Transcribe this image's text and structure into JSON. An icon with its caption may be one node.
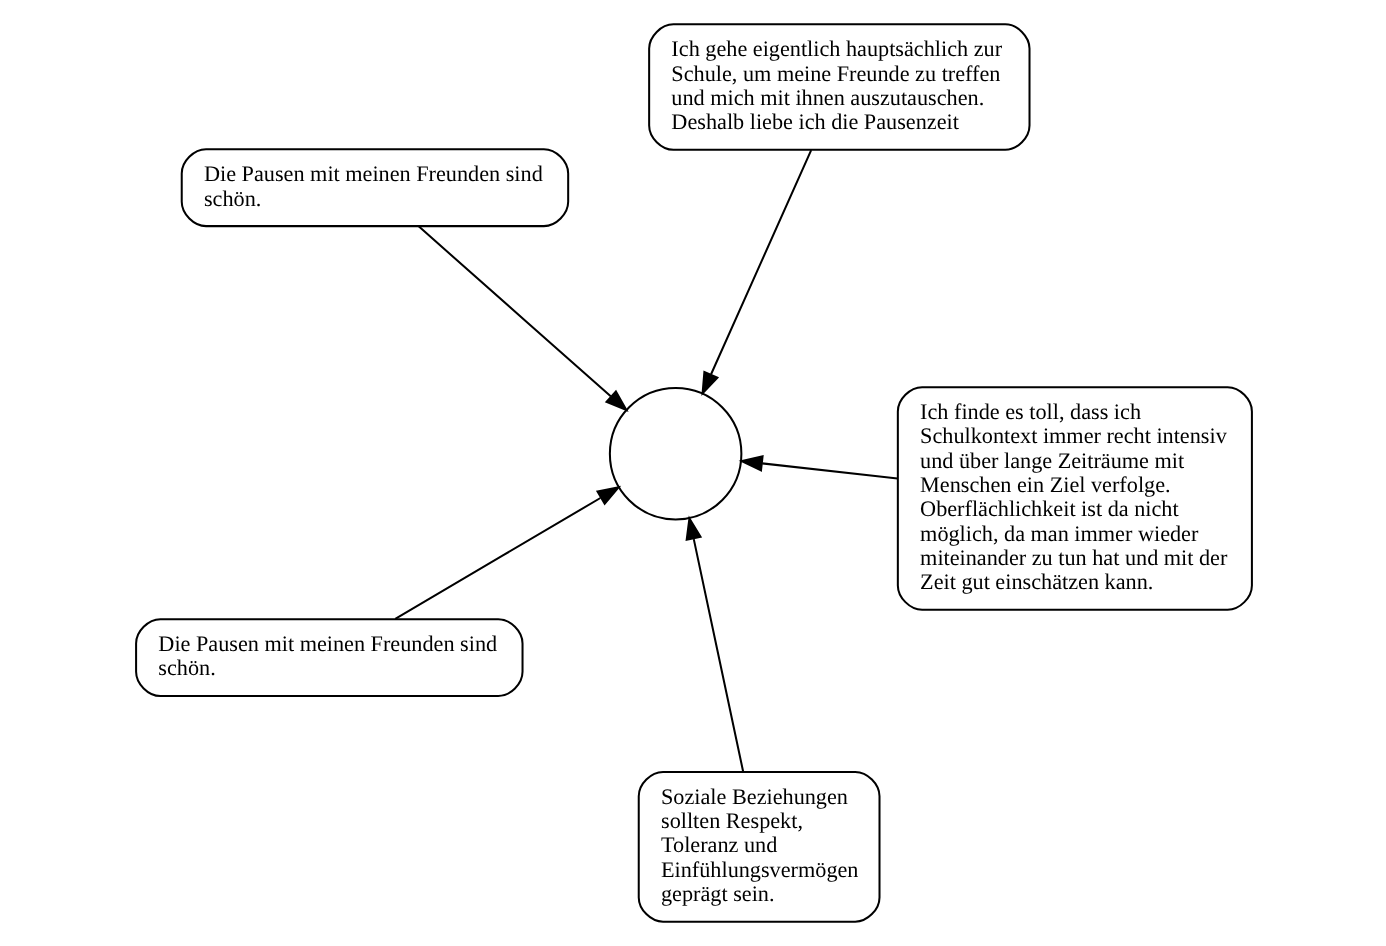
{
  "diagram": {
    "nodes": [
      {
        "text": [
          "Die Pausen mit meinen Freunden sind schön."
        ]
      },
      {
        "text": [
          "Ich finde es toll, dass ich Schulkontext immer recht intensiv und über lange Zeiträume mit Menschen ein Ziel verfolge. Oberflächlichkeit ist da nicht möglich, da man immer wieder miteinander zu tun hat und mit der Zeit gut einschätzen kann."
        ]
      },
      {
        "text": [
          "Soziale Beziehungen sollten Respekt, Toleranz und Einfühlungsvermögen geprägt sein."
        ]
      },
      {
        "text": [],
        "shape": "circle"
      },
      {
        "text": [
          "Ich gehe eigentlich hauptsächlich zur Schule, um meine Freunde zu treffen und mich mit ihnen auszutauschen. Deshalb liebe ich die Pausenzeit"
        ]
      },
      {
        "text": [
          "Die Pausen mit meinen Freunden sind schön."
        ]
      }
    ],
    "edges": [
      {
        "from": 0,
        "to": 3,
        "arrow": "to"
      },
      {
        "from": 1,
        "to": 3,
        "arrow": "to"
      },
      {
        "from": 2,
        "to": 3,
        "arrow": "to"
      },
      {
        "from": 4,
        "to": 3,
        "arrow": "to"
      },
      {
        "from": 5,
        "to": 3,
        "arrow": "to"
      }
    ]
  }
}
